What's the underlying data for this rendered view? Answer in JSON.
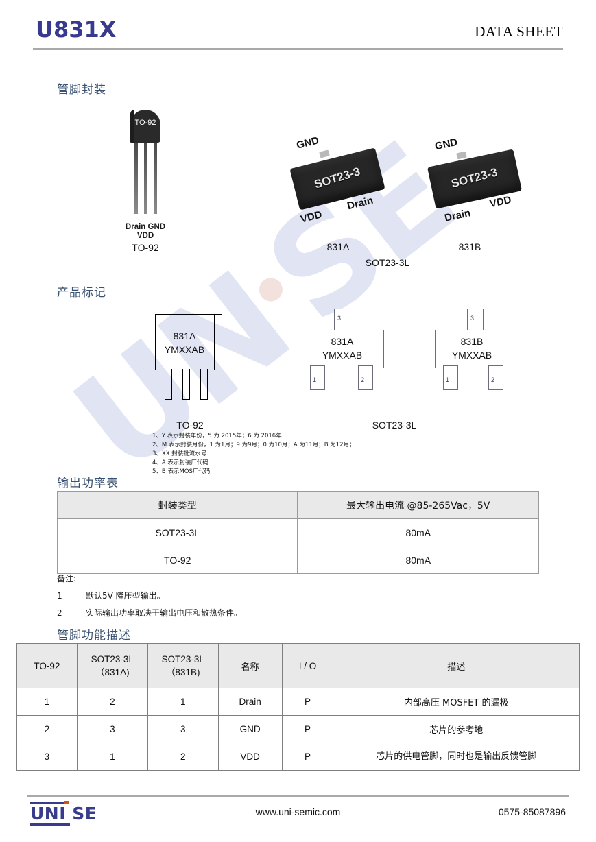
{
  "header": {
    "part_number": "U831X",
    "doc_type": "DATA SHEET"
  },
  "sections": {
    "pin_package": "管脚封装",
    "product_marking": "产品标记",
    "output_power": "输出功率表",
    "pin_function": "管脚功能描述"
  },
  "packages": {
    "to92": {
      "body_label": "TO-92",
      "pin_names_line1": "Drain GND",
      "pin_names_line2": "VDD",
      "caption": "TO-92"
    },
    "sot_a": {
      "body_label": "SOT23-3",
      "pin_gnd": "GND",
      "pin_vdd": "VDD",
      "pin_drain": "Drain",
      "caption": "831A"
    },
    "sot_b": {
      "body_label": "SOT23-3",
      "pin_gnd": "GND",
      "pin_drain": "Drain",
      "pin_vdd": "VDD",
      "caption": "831B"
    },
    "sot_family_caption": "SOT23-3L"
  },
  "marking": {
    "to92": {
      "line1": "831A",
      "line2": "YMXXAB",
      "caption": "TO-92"
    },
    "sot_a": {
      "line1": "831A",
      "line2": "YMXXAB",
      "pin1": "1",
      "pin2": "2",
      "pin3": "3"
    },
    "sot_b": {
      "line1": "831B",
      "line2": "YMXXAB",
      "pin1": "1",
      "pin2": "2",
      "pin3": "3"
    },
    "caption": "SOT23-3L",
    "notes": [
      "1、Y 表示封装年份，5 为 2015年；6 为 2016年",
      "2、M 表示封装月份，1 为1月；9 为9月；0 为10月；A 为11月；B 为12月；",
      "3、XX 封装批流水号",
      "4、A 表示封装厂代码",
      "5、B 表示MOS厂代码"
    ]
  },
  "power_table": {
    "headers": [
      "封装类型",
      "最大输出电流 @85-265Vac，5V"
    ],
    "rows": [
      [
        "SOT23-3L",
        "80mA"
      ],
      [
        "TO-92",
        "80mA"
      ]
    ]
  },
  "power_notes": {
    "title": "备注:",
    "items": [
      {
        "num": "1",
        "text": "默认5V 降压型输出。"
      },
      {
        "num": "2",
        "text": "实际输出功率取决于输出电压和散热条件。"
      }
    ]
  },
  "pin_table": {
    "headers": [
      {
        "l1": "TO-92",
        "l2": ""
      },
      {
        "l1": "SOT23-3L",
        "l2": "（831A)"
      },
      {
        "l1": "SOT23-3L",
        "l2": "（831B)"
      },
      {
        "l1": "名称",
        "l2": ""
      },
      {
        "l1": "I / O",
        "l2": ""
      },
      {
        "l1": "描述",
        "l2": ""
      }
    ],
    "rows": [
      {
        "to92": "1",
        "sot_a": "2",
        "sot_b": "1",
        "name": "Drain",
        "io": "P",
        "desc": "内部高压 MOSFET 的漏极"
      },
      {
        "to92": "2",
        "sot_a": "3",
        "sot_b": "3",
        "name": "GND",
        "io": "P",
        "desc": "芯片的参考地"
      },
      {
        "to92": "3",
        "sot_a": "1",
        "sot_b": "2",
        "name": "VDD",
        "io": "P",
        "desc": "芯片的供电管脚，同时也是输出反馈管脚"
      }
    ]
  },
  "watermark": {
    "text_left": "UN",
    "text_right": "SE"
  },
  "footer": {
    "logo_uni": "UNI",
    "logo_se": "SE",
    "url": "www.uni-semic.com",
    "phone": "0575-85087896"
  },
  "colors": {
    "brand_blue": "#373a8e",
    "heading_blue": "#3a5272",
    "rule_gray": "#aaa9a9",
    "watermark": "#c9cfe8",
    "accent_orange": "#d4502a"
  }
}
